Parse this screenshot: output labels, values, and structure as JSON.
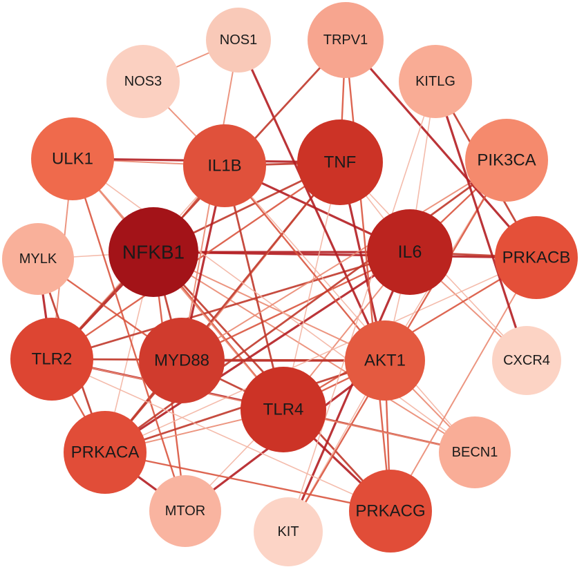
{
  "network": {
    "nodes": [
      {
        "id": "NOS1",
        "label": "NOS1",
        "color": "#f9c9b8"
      },
      {
        "id": "TRPV1",
        "label": "TRPV1",
        "color": "#f7a58f"
      },
      {
        "id": "NOS3",
        "label": "NOS3",
        "color": "#fbd0c1"
      },
      {
        "id": "KITLG",
        "label": "KITLG",
        "color": "#f9ac95"
      },
      {
        "id": "ULK1",
        "label": "ULK1",
        "color": "#ef6a4c"
      },
      {
        "id": "IL1B",
        "label": "IL1B",
        "color": "#e0513b"
      },
      {
        "id": "TNF",
        "label": "TNF",
        "color": "#cc3326"
      },
      {
        "id": "PIK3CA",
        "label": "PIK3CA",
        "color": "#f58a6d"
      },
      {
        "id": "MYLK",
        "label": "MYLK",
        "color": "#f9b09a"
      },
      {
        "id": "NFKB1",
        "label": "NFKB1",
        "color": "#a31318"
      },
      {
        "id": "IL6",
        "label": "IL6",
        "color": "#bb241f"
      },
      {
        "id": "PRKACB",
        "label": "PRKACB",
        "color": "#e45039"
      },
      {
        "id": "TLR2",
        "label": "TLR2",
        "color": "#dd4532"
      },
      {
        "id": "MYD88",
        "label": "MYD88",
        "color": "#d03b2d"
      },
      {
        "id": "AKT1",
        "label": "AKT1",
        "color": "#e45a40"
      },
      {
        "id": "CXCR4",
        "label": "CXCR4",
        "color": "#fcd3c4"
      },
      {
        "id": "TLR4",
        "label": "TLR4",
        "color": "#cc3326"
      },
      {
        "id": "PRKACA",
        "label": "PRKACA",
        "color": "#e14d38"
      },
      {
        "id": "BECN1",
        "label": "BECN1",
        "color": "#f9ad97"
      },
      {
        "id": "MTOR",
        "label": "MTOR",
        "color": "#f9b4a0"
      },
      {
        "id": "KIT",
        "label": "KIT",
        "color": "#fcd4c6"
      },
      {
        "id": "PRKACG",
        "label": "PRKACG",
        "color": "#e14d38"
      }
    ],
    "edges": [
      [
        "NFKB1",
        "IL6"
      ],
      [
        "NFKB1",
        "TNF"
      ],
      [
        "NFKB1",
        "IL1B"
      ],
      [
        "NFKB1",
        "ULK1"
      ],
      [
        "NFKB1",
        "MYLK"
      ],
      [
        "NFKB1",
        "TLR2"
      ],
      [
        "NFKB1",
        "MYD88"
      ],
      [
        "NFKB1",
        "TLR4"
      ],
      [
        "NFKB1",
        "AKT1"
      ],
      [
        "NFKB1",
        "PRKACA"
      ],
      [
        "NFKB1",
        "PRKACB"
      ],
      [
        "NFKB1",
        "PRKACG"
      ],
      [
        "NFKB1",
        "MTOR"
      ],
      [
        "NFKB1",
        "BECN1"
      ],
      [
        "IL6",
        "TNF"
      ],
      [
        "IL6",
        "IL1B"
      ],
      [
        "IL6",
        "TLR2"
      ],
      [
        "IL6",
        "MYD88"
      ],
      [
        "IL6",
        "TLR4"
      ],
      [
        "IL6",
        "AKT1"
      ],
      [
        "IL6",
        "PRKACA"
      ],
      [
        "IL6",
        "PRKACB"
      ],
      [
        "IL6",
        "PIK3CA"
      ],
      [
        "IL6",
        "CXCR4"
      ],
      [
        "IL6",
        "KITLG"
      ],
      [
        "IL6",
        "KIT"
      ],
      [
        "TNF",
        "IL1B"
      ],
      [
        "TNF",
        "TLR2"
      ],
      [
        "TNF",
        "MYD88"
      ],
      [
        "TNF",
        "TLR4"
      ],
      [
        "TNF",
        "AKT1"
      ],
      [
        "TNF",
        "PRKACA"
      ],
      [
        "TNF",
        "TRPV1"
      ],
      [
        "IL1B",
        "NOS3"
      ],
      [
        "IL1B",
        "TLR2"
      ],
      [
        "IL1B",
        "MYD88"
      ],
      [
        "IL1B",
        "TLR4"
      ],
      [
        "IL1B",
        "AKT1"
      ],
      [
        "IL1B",
        "ULK1"
      ],
      [
        "IL1B",
        "BECN1"
      ],
      [
        "TLR4",
        "TLR2"
      ],
      [
        "TLR4",
        "MYD88"
      ],
      [
        "TLR4",
        "AKT1"
      ],
      [
        "TLR4",
        "PRKACA"
      ],
      [
        "TLR4",
        "MTOR"
      ],
      [
        "TLR4",
        "PRKACG"
      ],
      [
        "TLR4",
        "BECN1"
      ],
      [
        "TLR4",
        "PRKACB"
      ],
      [
        "TLR4",
        "ULK1"
      ],
      [
        "MYD88",
        "TLR2"
      ],
      [
        "MYD88",
        "AKT1"
      ],
      [
        "MYD88",
        "PRKACA"
      ],
      [
        "MYD88",
        "MYLK"
      ],
      [
        "MYD88",
        "NOS1"
      ],
      [
        "AKT1",
        "PIK3CA"
      ],
      [
        "AKT1",
        "MTOR"
      ],
      [
        "AKT1",
        "TLR2"
      ],
      [
        "AKT1",
        "PRKACG"
      ],
      [
        "AKT1",
        "BECN1"
      ],
      [
        "AKT1",
        "KIT"
      ],
      [
        "AKT1",
        "NOS1"
      ],
      [
        "AKT1",
        "PRKACA"
      ],
      [
        "PRKACA",
        "PRKACG"
      ],
      [
        "PRKACB",
        "PRKACG"
      ],
      [
        "PRKACB",
        "PRKACA"
      ],
      [
        "PRKACB",
        "TRPV1"
      ],
      [
        "PRKACB",
        "KITLG"
      ],
      [
        "ULK1",
        "MTOR"
      ],
      [
        "ULK1",
        "TLR2"
      ],
      [
        "ULK1",
        "BECN1"
      ],
      [
        "ULK1",
        "TNF"
      ],
      [
        "PIK3CA",
        "PRKACA"
      ],
      [
        "PIK3CA",
        "KIT"
      ],
      [
        "PIK3CA",
        "MYD88"
      ],
      [
        "KITLG",
        "KIT"
      ],
      [
        "KITLG",
        "CXCR4"
      ],
      [
        "TRPV1",
        "TLR2"
      ],
      [
        "TRPV1",
        "PRKACG"
      ],
      [
        "NOS1",
        "NOS3"
      ],
      [
        "CXCR4",
        "TNF"
      ],
      [
        "MYLK",
        "TLR2"
      ],
      [
        "MYLK",
        "PRKACA"
      ],
      [
        "TLR2",
        "PRKACA"
      ],
      [
        "TLR2",
        "BECN1"
      ],
      [
        "TLR2",
        "PRKACG"
      ],
      [
        "MTOR",
        "PRKACA"
      ]
    ]
  }
}
